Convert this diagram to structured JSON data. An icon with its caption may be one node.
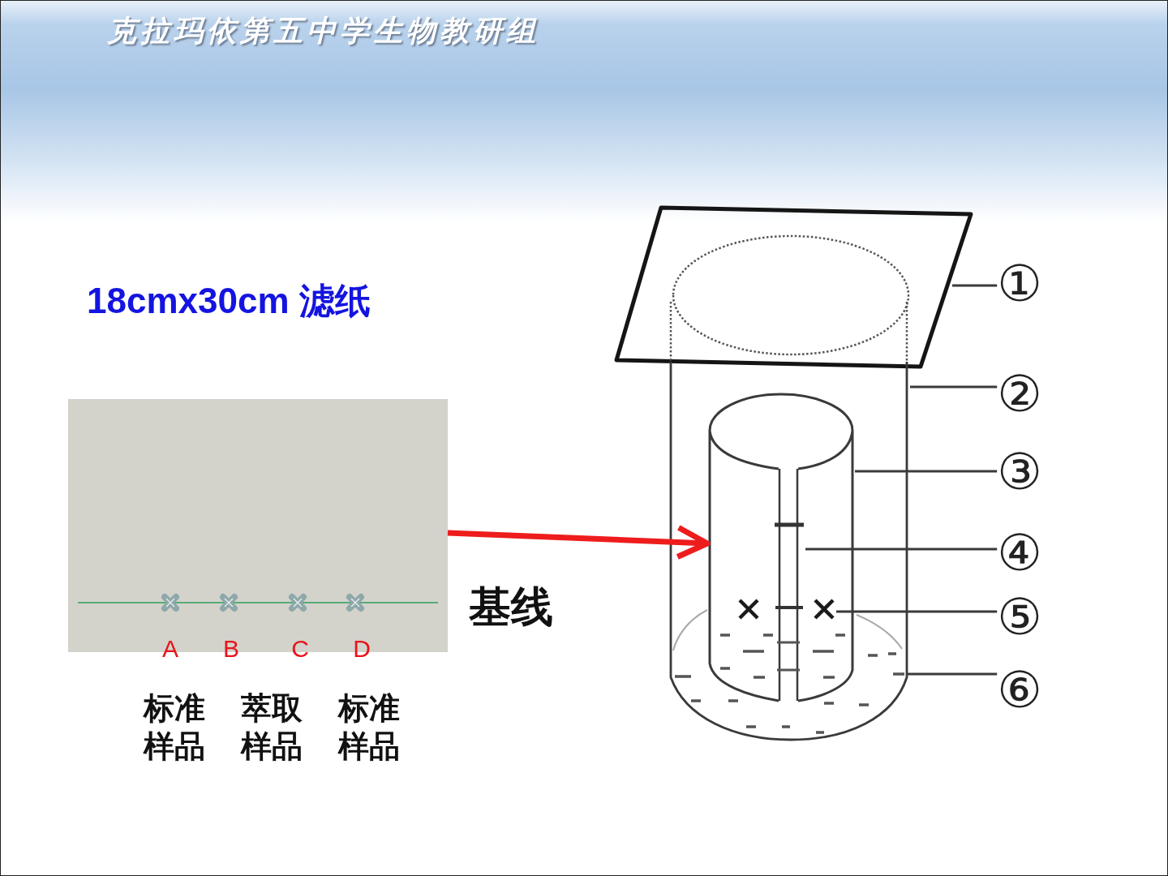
{
  "diagram": {
    "title": "克拉玛依第五中学生物教研组",
    "nodes": [
      {
        "text": [],
        "shape": "box"
      },
      {
        "text": [],
        "shape": "parallelogram"
      },
      {
        "text": [],
        "shape": "cylinder"
      },
      {
        "text": [],
        "shape": "cylinder",
        "in": 2
      },
      {
        "text": [],
        "shape": "seam",
        "in": 3
      },
      {
        "text": [],
        "shape": "cross",
        "in": 3
      },
      {
        "text": [],
        "shape": "liquid",
        "in": 2
      },
      {
        "text": [
          "①"
        ]
      },
      {
        "text": [
          "②"
        ]
      },
      {
        "text": [
          "③"
        ]
      },
      {
        "text": [
          "④"
        ]
      },
      {
        "text": [
          "⑤"
        ]
      },
      {
        "text": [
          "⑥"
        ]
      }
    ],
    "edges": [
      {
        "from": 0,
        "to": 3,
        "arrow": "to",
        "style": "thick",
        "color": "#ee1c1c"
      },
      {
        "from": 7,
        "to": 1,
        "arrow": "none"
      },
      {
        "from": 8,
        "to": 2,
        "arrow": "none"
      },
      {
        "from": 9,
        "to": 3,
        "arrow": "none"
      },
      {
        "from": 10,
        "to": 4,
        "arrow": "none"
      },
      {
        "from": 11,
        "to": 5,
        "arrow": "none"
      },
      {
        "from": 12,
        "to": 6,
        "arrow": "none"
      }
    ],
    "labels": [
      "18cmx30cm 滤纸",
      "A",
      "B",
      "C",
      "D",
      "基线",
      "标准样品",
      "萃取样品",
      "标准样品"
    ]
  }
}
